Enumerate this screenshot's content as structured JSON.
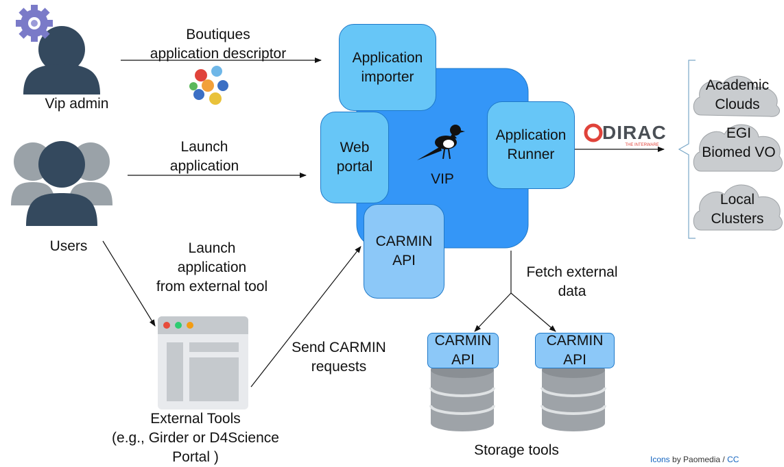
{
  "labels": {
    "vip_admin": "Vip admin",
    "users": "Users",
    "boutiques": [
      "Boutiques",
      "application descriptor"
    ],
    "launch_app": [
      "Launch",
      "application"
    ],
    "launch_external": [
      "Launch",
      "application",
      "from external tool"
    ],
    "send_requests": [
      "Send CARMIN",
      "requests"
    ],
    "fetch_data": [
      "Fetch external",
      "data"
    ],
    "external_tools": [
      "External Tools",
      "(e.g., Girder or D4Science",
      "Portal )"
    ],
    "storage_tools": "Storage tools"
  },
  "vip": {
    "center": "VIP",
    "importer": [
      "Application",
      "importer"
    ],
    "web_portal": [
      "Web",
      "portal"
    ],
    "runner": [
      "Application",
      "Runner"
    ],
    "carmin": [
      "CARMIN",
      "API"
    ]
  },
  "dirac": {
    "name": "DIRAC",
    "tagline": "THE INTERWARE"
  },
  "clouds": {
    "academic": [
      "Academic",
      "Clouds"
    ],
    "egi": [
      "EGI",
      "Biomed VO"
    ],
    "local": [
      "Local",
      "Clusters"
    ]
  },
  "storage": {
    "carmin1": [
      "CARMIN",
      "API"
    ],
    "carmin2": [
      "CARMIN",
      "API"
    ]
  },
  "credit": {
    "icons": "Icons",
    "by": "by Paomedia /",
    "license": "CC"
  },
  "colors": {
    "vip_core": "#3496f7",
    "component": "#67c6f7",
    "carmin": "#8cc8f8",
    "person": "#34495e",
    "person_back": "#9aa2a8",
    "cloud": "#c9cccf",
    "dirac_red": "#e0433a"
  }
}
